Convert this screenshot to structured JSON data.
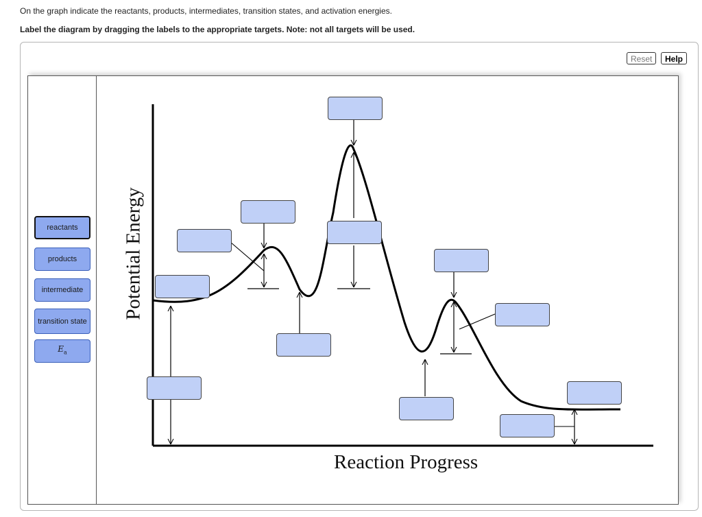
{
  "instructions": {
    "line1": "On the graph indicate the reactants, products, intermediates, transition states, and activation energies.",
    "line2": "Label the diagram by dragging the labels to the appropriate targets. Note: not all targets will be used."
  },
  "toolbar": {
    "reset_label": "Reset",
    "help_label": "Help"
  },
  "labels": {
    "reactants": "reactants",
    "products": "products",
    "intermediate": "intermediate",
    "transition_state": "transition state",
    "ea_main": "E",
    "ea_sub": "a"
  },
  "axes": {
    "y_label": "Potential Energy",
    "x_label": "Reaction Progress"
  },
  "colors": {
    "label_fill": "#8ea9ef",
    "target_fill": "#c0d0f7",
    "curve": "#000000"
  }
}
